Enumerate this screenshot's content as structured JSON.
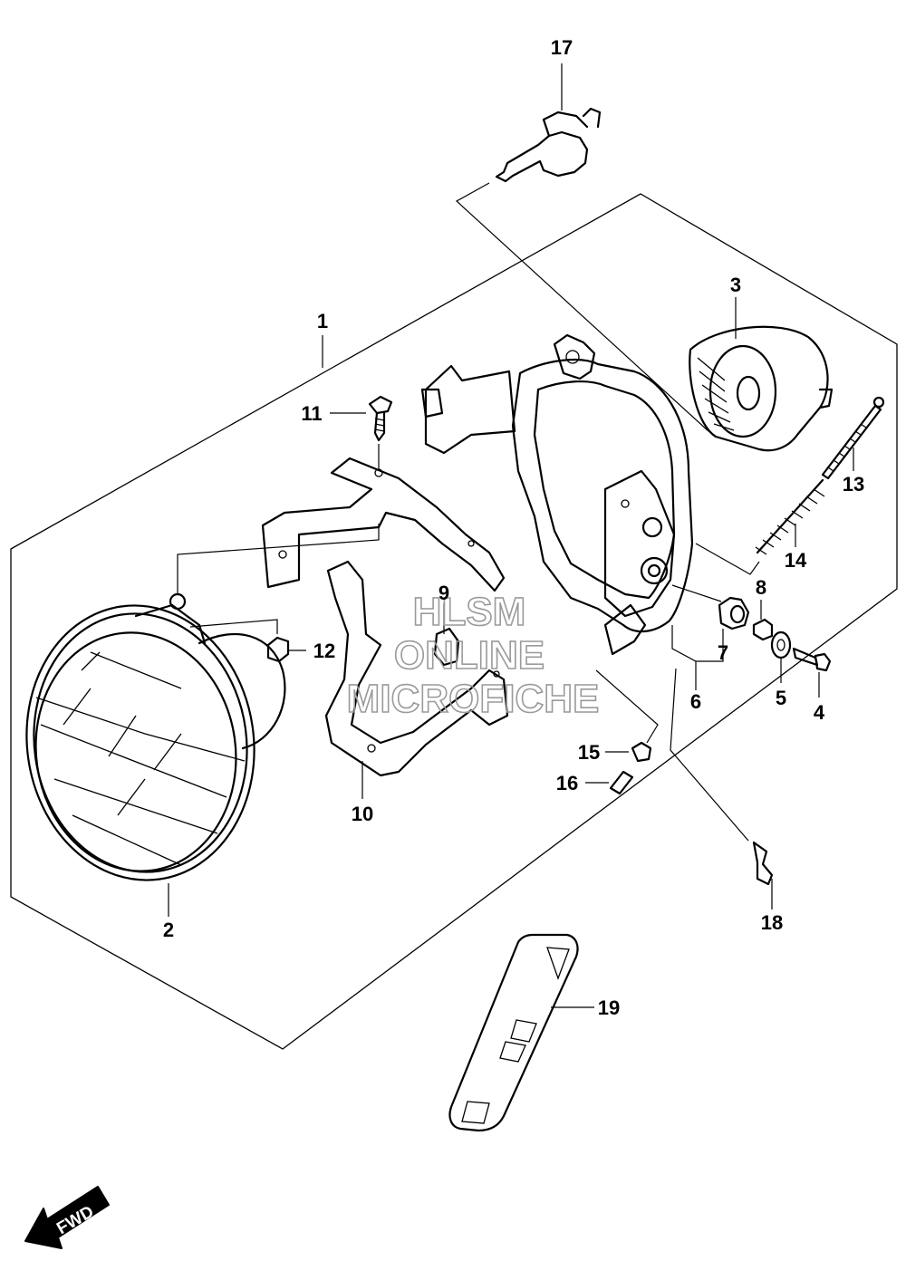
{
  "diagram": {
    "callouts": {
      "c1": "1",
      "c2": "2",
      "c3": "3",
      "c4": "4",
      "c5": "5",
      "c6": "6",
      "c7": "7",
      "c8": "8",
      "c9": "9",
      "c10": "10",
      "c11": "11",
      "c12": "12",
      "c13": "13",
      "c14": "14",
      "c15": "15",
      "c16": "16",
      "c17": "17",
      "c18": "18",
      "c19": "19"
    },
    "watermark": {
      "line1": "HLSM",
      "line2": "ONLINE",
      "line3": "MICROFICHE"
    },
    "fwd_label": "FWD"
  }
}
